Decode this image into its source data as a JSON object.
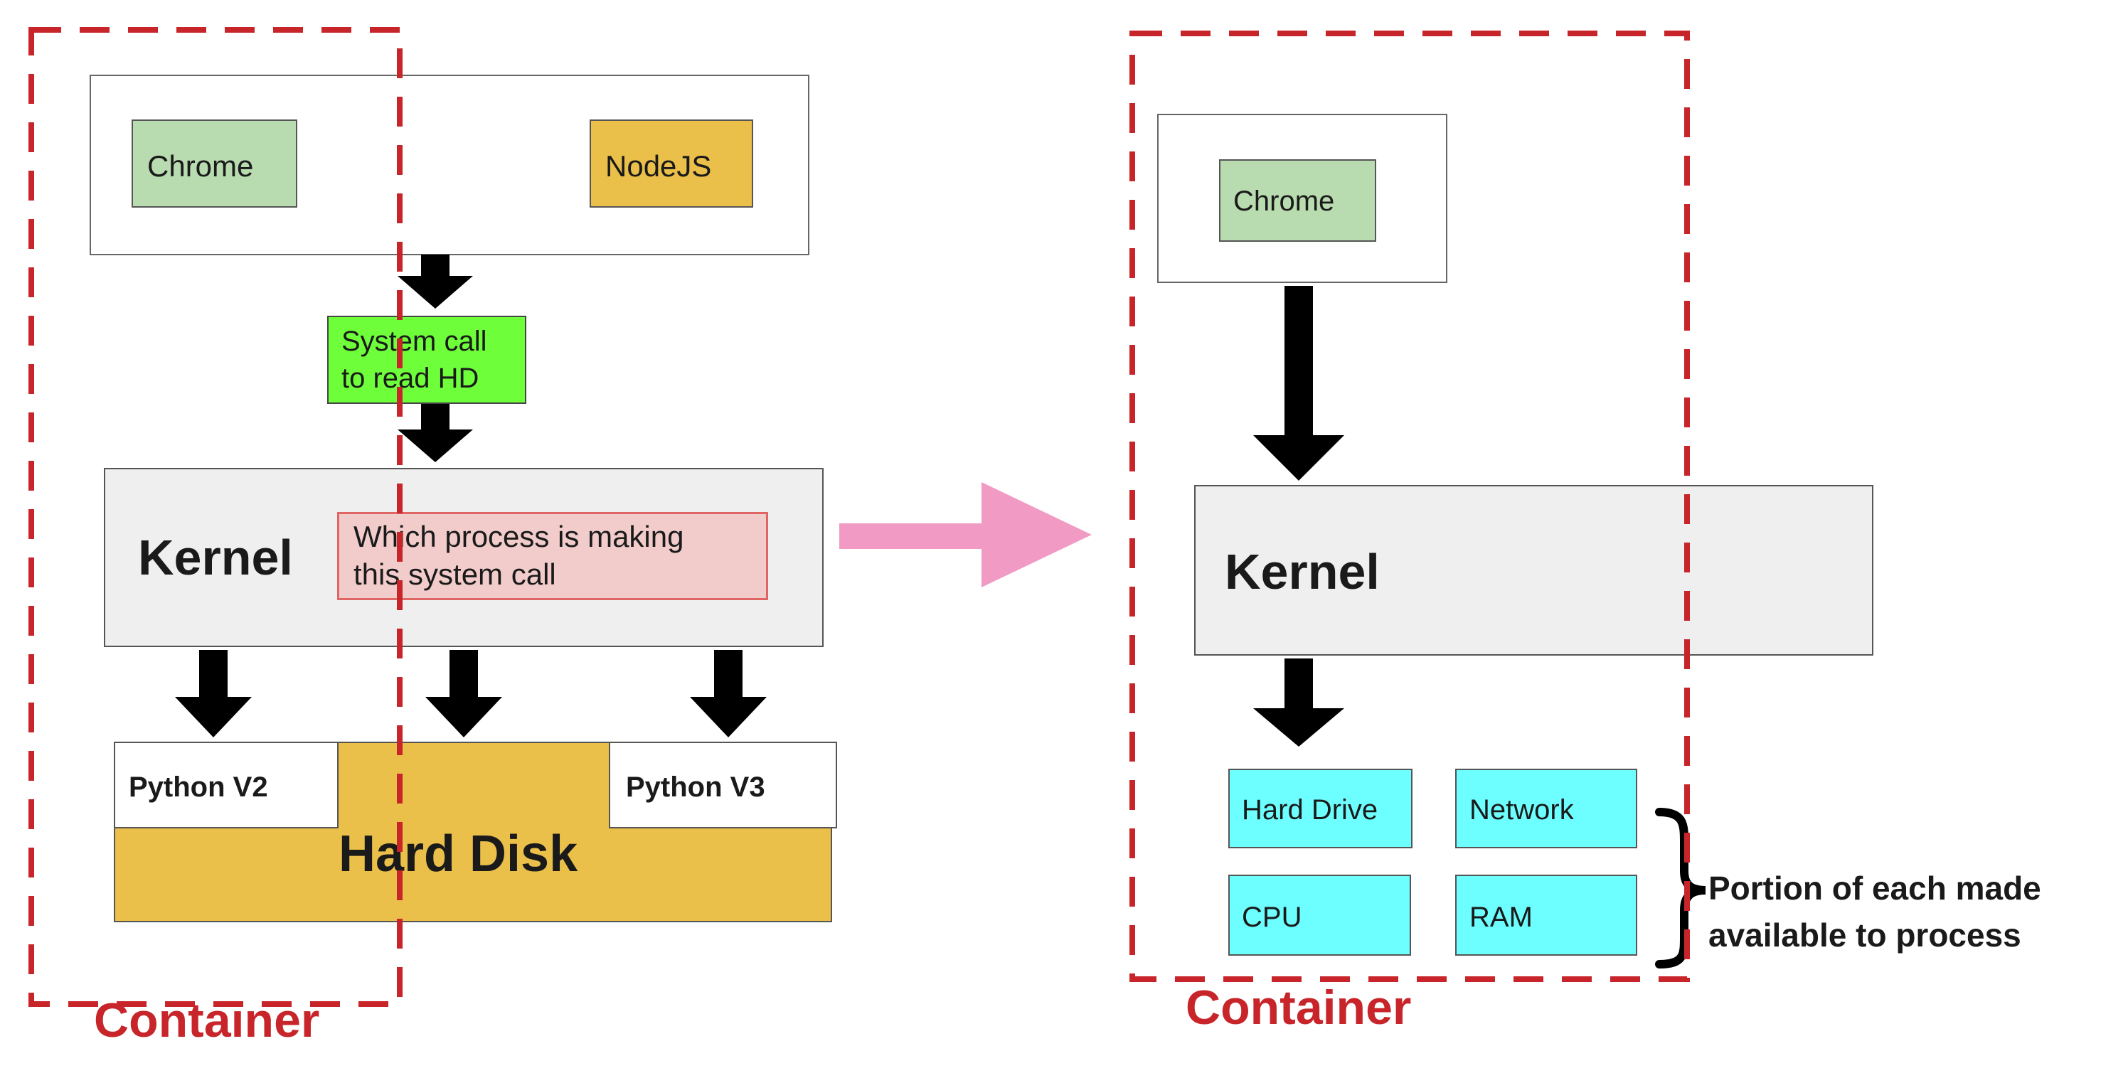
{
  "left": {
    "apps": {
      "chrome": "Chrome",
      "nodejs": "NodeJS"
    },
    "syscall": {
      "line1": "System call",
      "line2": "to read HD"
    },
    "kernel": {
      "label": "Kernel",
      "question_line1": "Which process is making",
      "question_line2": "this system call"
    },
    "disk": {
      "python_v2": "Python V2",
      "python_v3": "Python V3",
      "hard_disk": "Hard Disk"
    },
    "container_label": "Container"
  },
  "right": {
    "apps": {
      "chrome": "Chrome"
    },
    "kernel": {
      "label": "Kernel"
    },
    "resources": {
      "hard_drive": "Hard Drive",
      "network": "Network",
      "cpu": "CPU",
      "ram": "RAM"
    },
    "brace_note": {
      "line1": "Portion of each made",
      "line2": "available to process"
    },
    "container_label": "Container"
  },
  "colors": {
    "container_dash": "#c8252b",
    "chrome_fill": "#b9dbb0",
    "nodejs_fill": "#eac04a",
    "syscall_fill": "#6eff3a",
    "kernel_fill": "#efefef",
    "question_fill": "#f2cbcb",
    "question_border": "#e06666",
    "hard_disk_fill": "#eac04a",
    "resource_fill": "#6dffff",
    "transition_arrow": "#f19bc4"
  }
}
